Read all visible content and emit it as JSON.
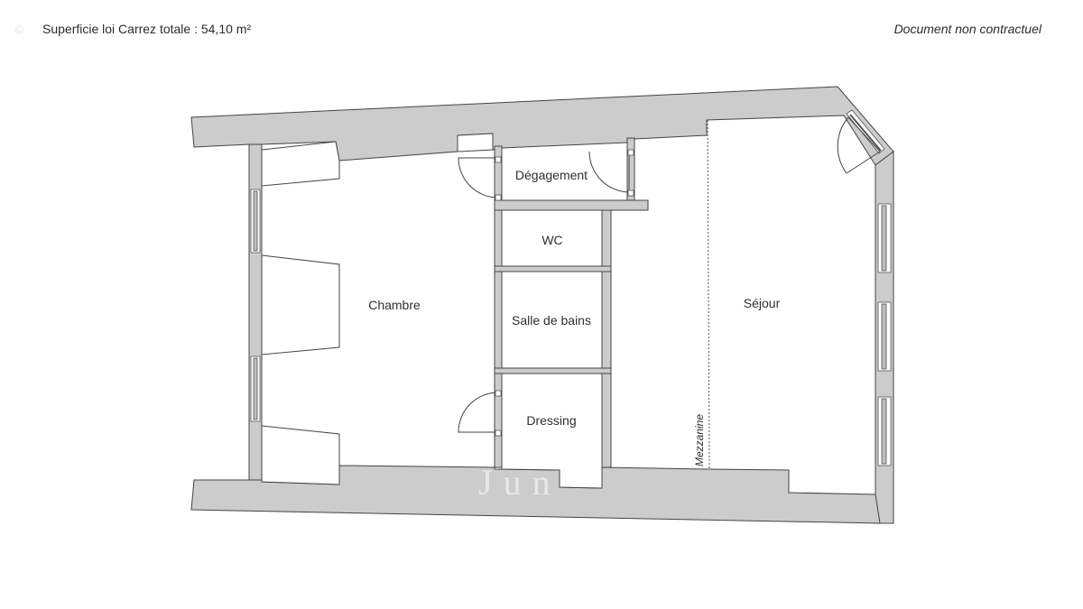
{
  "header": {
    "surface_label": "Superficie loi Carrez totale : 54,10 m²",
    "disclaimer": "Document non contractuel",
    "watermark_top": "© "
  },
  "plan": {
    "rooms": [
      {
        "name": "Chambre"
      },
      {
        "name": "Dégagement"
      },
      {
        "name": "WC"
      },
      {
        "name": "Salle de bains"
      },
      {
        "name": "Dressing"
      },
      {
        "name": "Séjour"
      }
    ],
    "annotations": {
      "mezzanine": "Mezzanine"
    },
    "watermark": "Jun",
    "colors": {
      "wall_fill": "#cccccc",
      "wall_stroke": "#444444",
      "background": "#ffffff"
    }
  }
}
